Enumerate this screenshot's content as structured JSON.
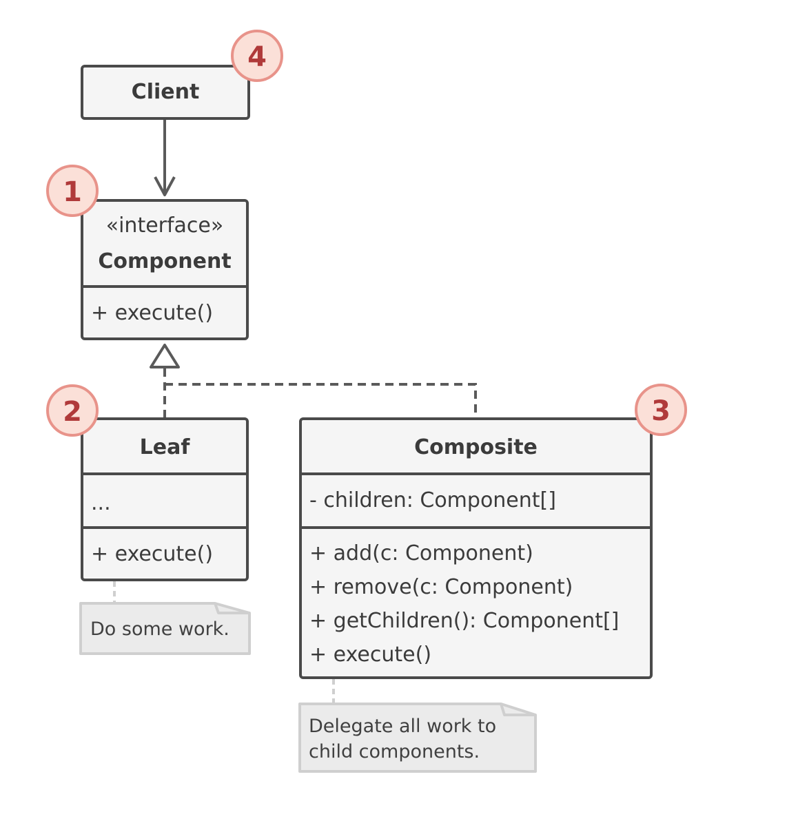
{
  "client": {
    "title": "Client",
    "badge": "4"
  },
  "component": {
    "stereotype": "«interface»",
    "title": "Component",
    "method": "+ execute()",
    "badge": "1"
  },
  "leaf": {
    "title": "Leaf",
    "fields": "...",
    "method": "+ execute()",
    "badge": "2",
    "note": "Do some work."
  },
  "composite": {
    "title": "Composite",
    "field": "- children: Component[]",
    "methods": [
      "+ add(c: Component)",
      "+ remove(c: Component)",
      "+ getChildren(): Component[]",
      "+ execute()"
    ],
    "badge": "3",
    "note": [
      "Delegate all work to",
      "child components."
    ]
  },
  "colors": {
    "border": "#4a4a4a",
    "box_fill": "#f5f5f5",
    "badge_fill": "#fbe0d8",
    "badge_stroke": "#e8938a",
    "badge_text": "#b03a3a",
    "note_fill": "#ebebeb",
    "note_stroke": "#cfcfcf"
  }
}
